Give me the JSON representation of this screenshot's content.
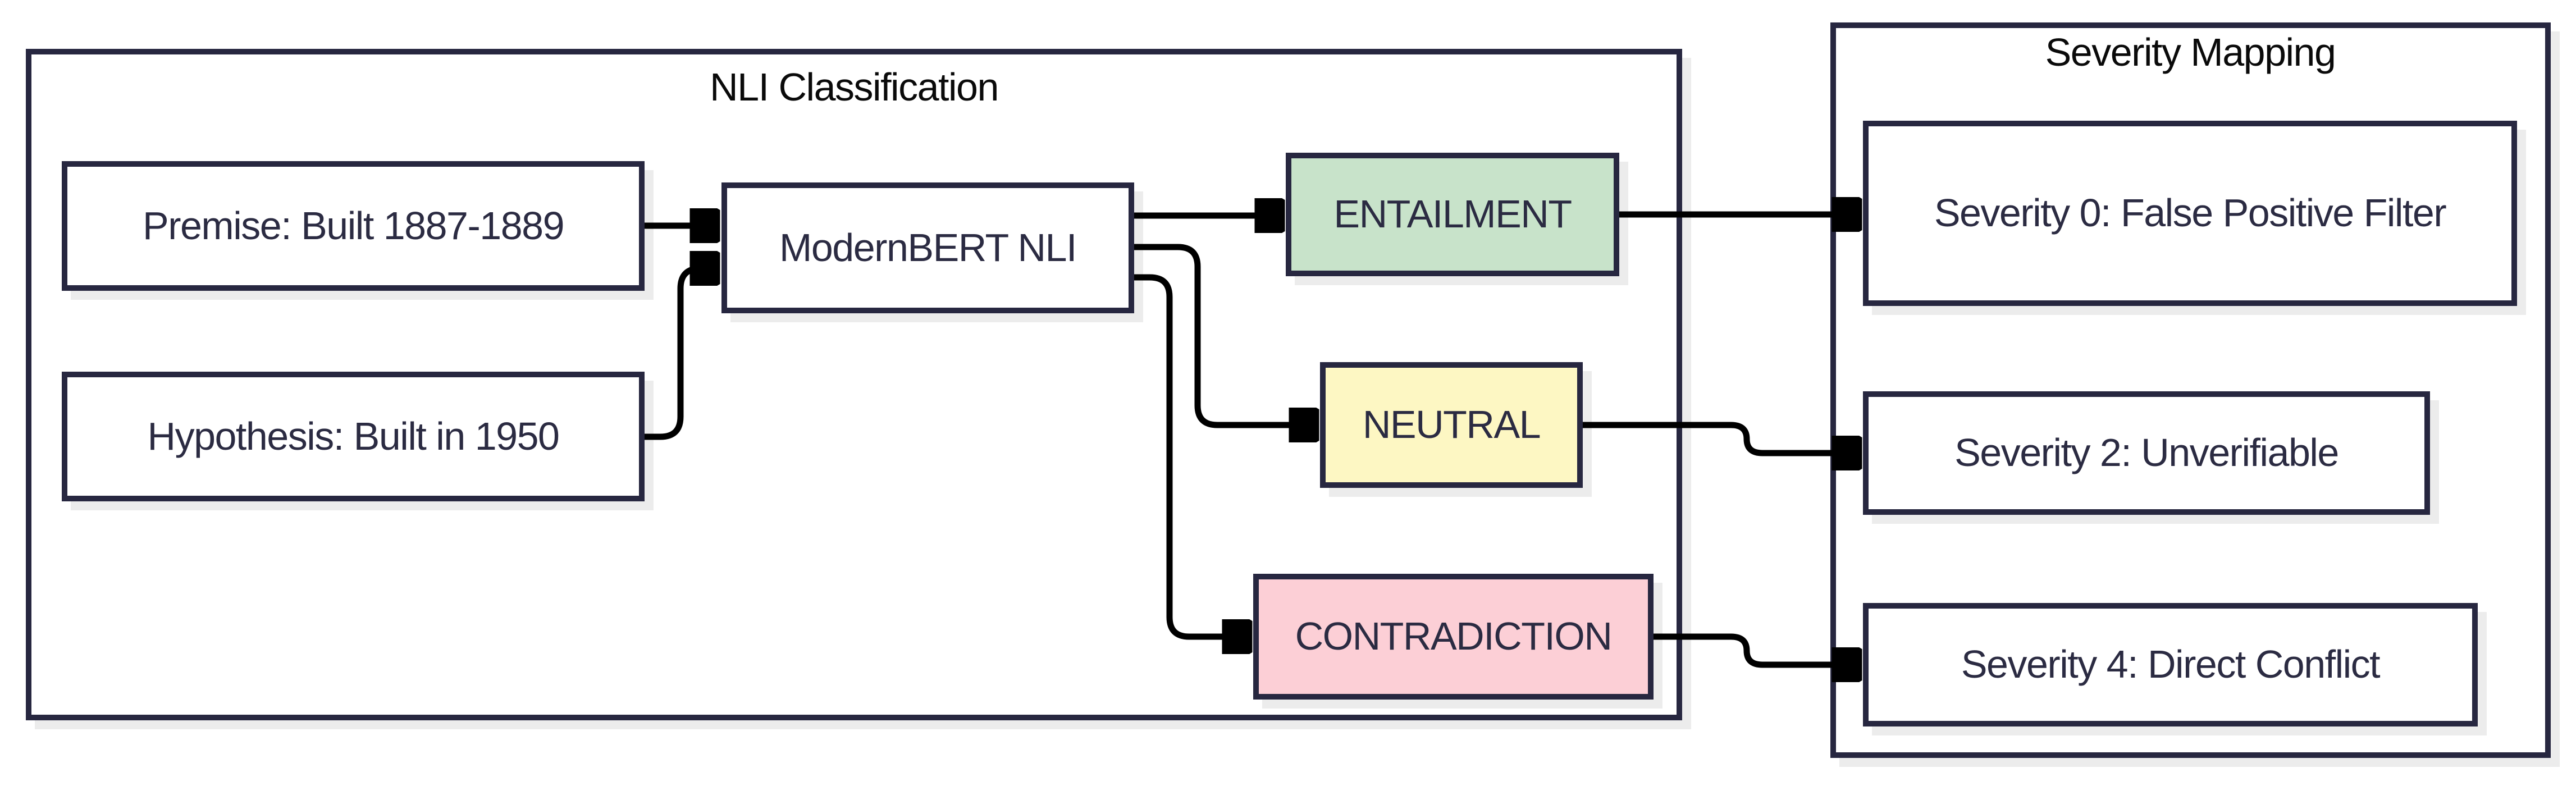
{
  "diagram": {
    "clusters": {
      "nli": {
        "title": "NLI Classification"
      },
      "severity": {
        "title": "Severity Mapping"
      }
    },
    "nodes": {
      "premise": {
        "label": "Premise: Built 1887-1889"
      },
      "hypothesis": {
        "label": "Hypothesis: Built in 1950"
      },
      "model": {
        "label": "ModernBERT NLI"
      },
      "entailment": {
        "label": "ENTAILMENT",
        "fill": "entailment_fill"
      },
      "neutral": {
        "label": "NEUTRAL",
        "fill": "neutral_fill"
      },
      "contradiction": {
        "label": "CONTRADICTION",
        "fill": "contradiction_fill"
      },
      "severity0": {
        "label": "Severity 0: False Positive Filter"
      },
      "severity2": {
        "label": "Severity 2: Unverifiable"
      },
      "severity4": {
        "label": "Severity 4: Direct Conflict"
      }
    },
    "edges": [
      {
        "from": "premise",
        "to": "model"
      },
      {
        "from": "hypothesis",
        "to": "model"
      },
      {
        "from": "model",
        "to": "entailment"
      },
      {
        "from": "model",
        "to": "neutral"
      },
      {
        "from": "model",
        "to": "contradiction"
      },
      {
        "from": "entailment",
        "to": "severity0"
      },
      {
        "from": "neutral",
        "to": "severity2"
      },
      {
        "from": "contradiction",
        "to": "severity4"
      }
    ],
    "colors": {
      "entailment_fill": "#c8e3ca",
      "neutral_fill": "#fdf7c3",
      "contradiction_fill": "#fccfd6",
      "node_border": "#272740",
      "node_text": "#2b2b42",
      "title_text": "#0a0a0a",
      "arrow": "#000000",
      "shadow": "#ececec",
      "background": "#ffffff"
    }
  }
}
